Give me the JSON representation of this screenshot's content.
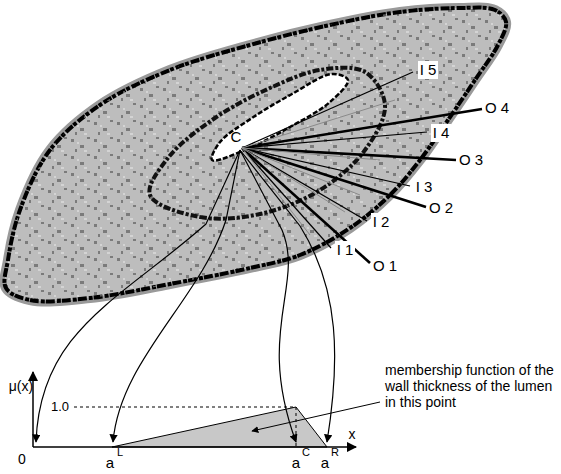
{
  "diagram": {
    "labels": [
      "C",
      "I 5",
      "I 4",
      "O 4",
      "I 3",
      "O 3",
      "I 2",
      "O 2",
      "I 1",
      "O 1",
      "μ(x)",
      "1.0",
      "membership function of the wall thickness of the lumen in this point",
      "0",
      "a",
      "L",
      "a",
      "C",
      "a",
      "R",
      "x"
    ]
  }
}
